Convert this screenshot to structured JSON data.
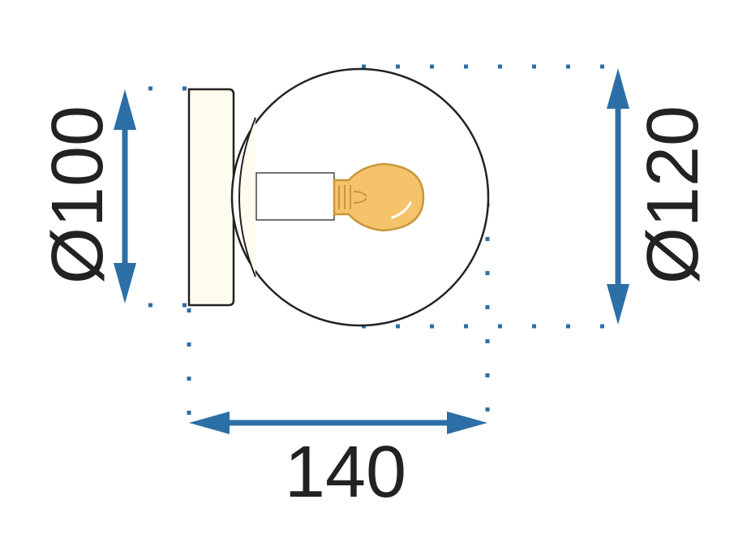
{
  "dimensions": {
    "base_diameter": "Ø100",
    "globe_diameter": "Ø120",
    "depth": "140"
  },
  "colors": {
    "arrow": "#2c6fa6",
    "dots": "#2c6fa6",
    "line": "#222222",
    "base_fill": "#fdfcef",
    "bulb_fill": "#f5c46a",
    "bulb_stroke": "#c9963a",
    "text": "#222222"
  }
}
